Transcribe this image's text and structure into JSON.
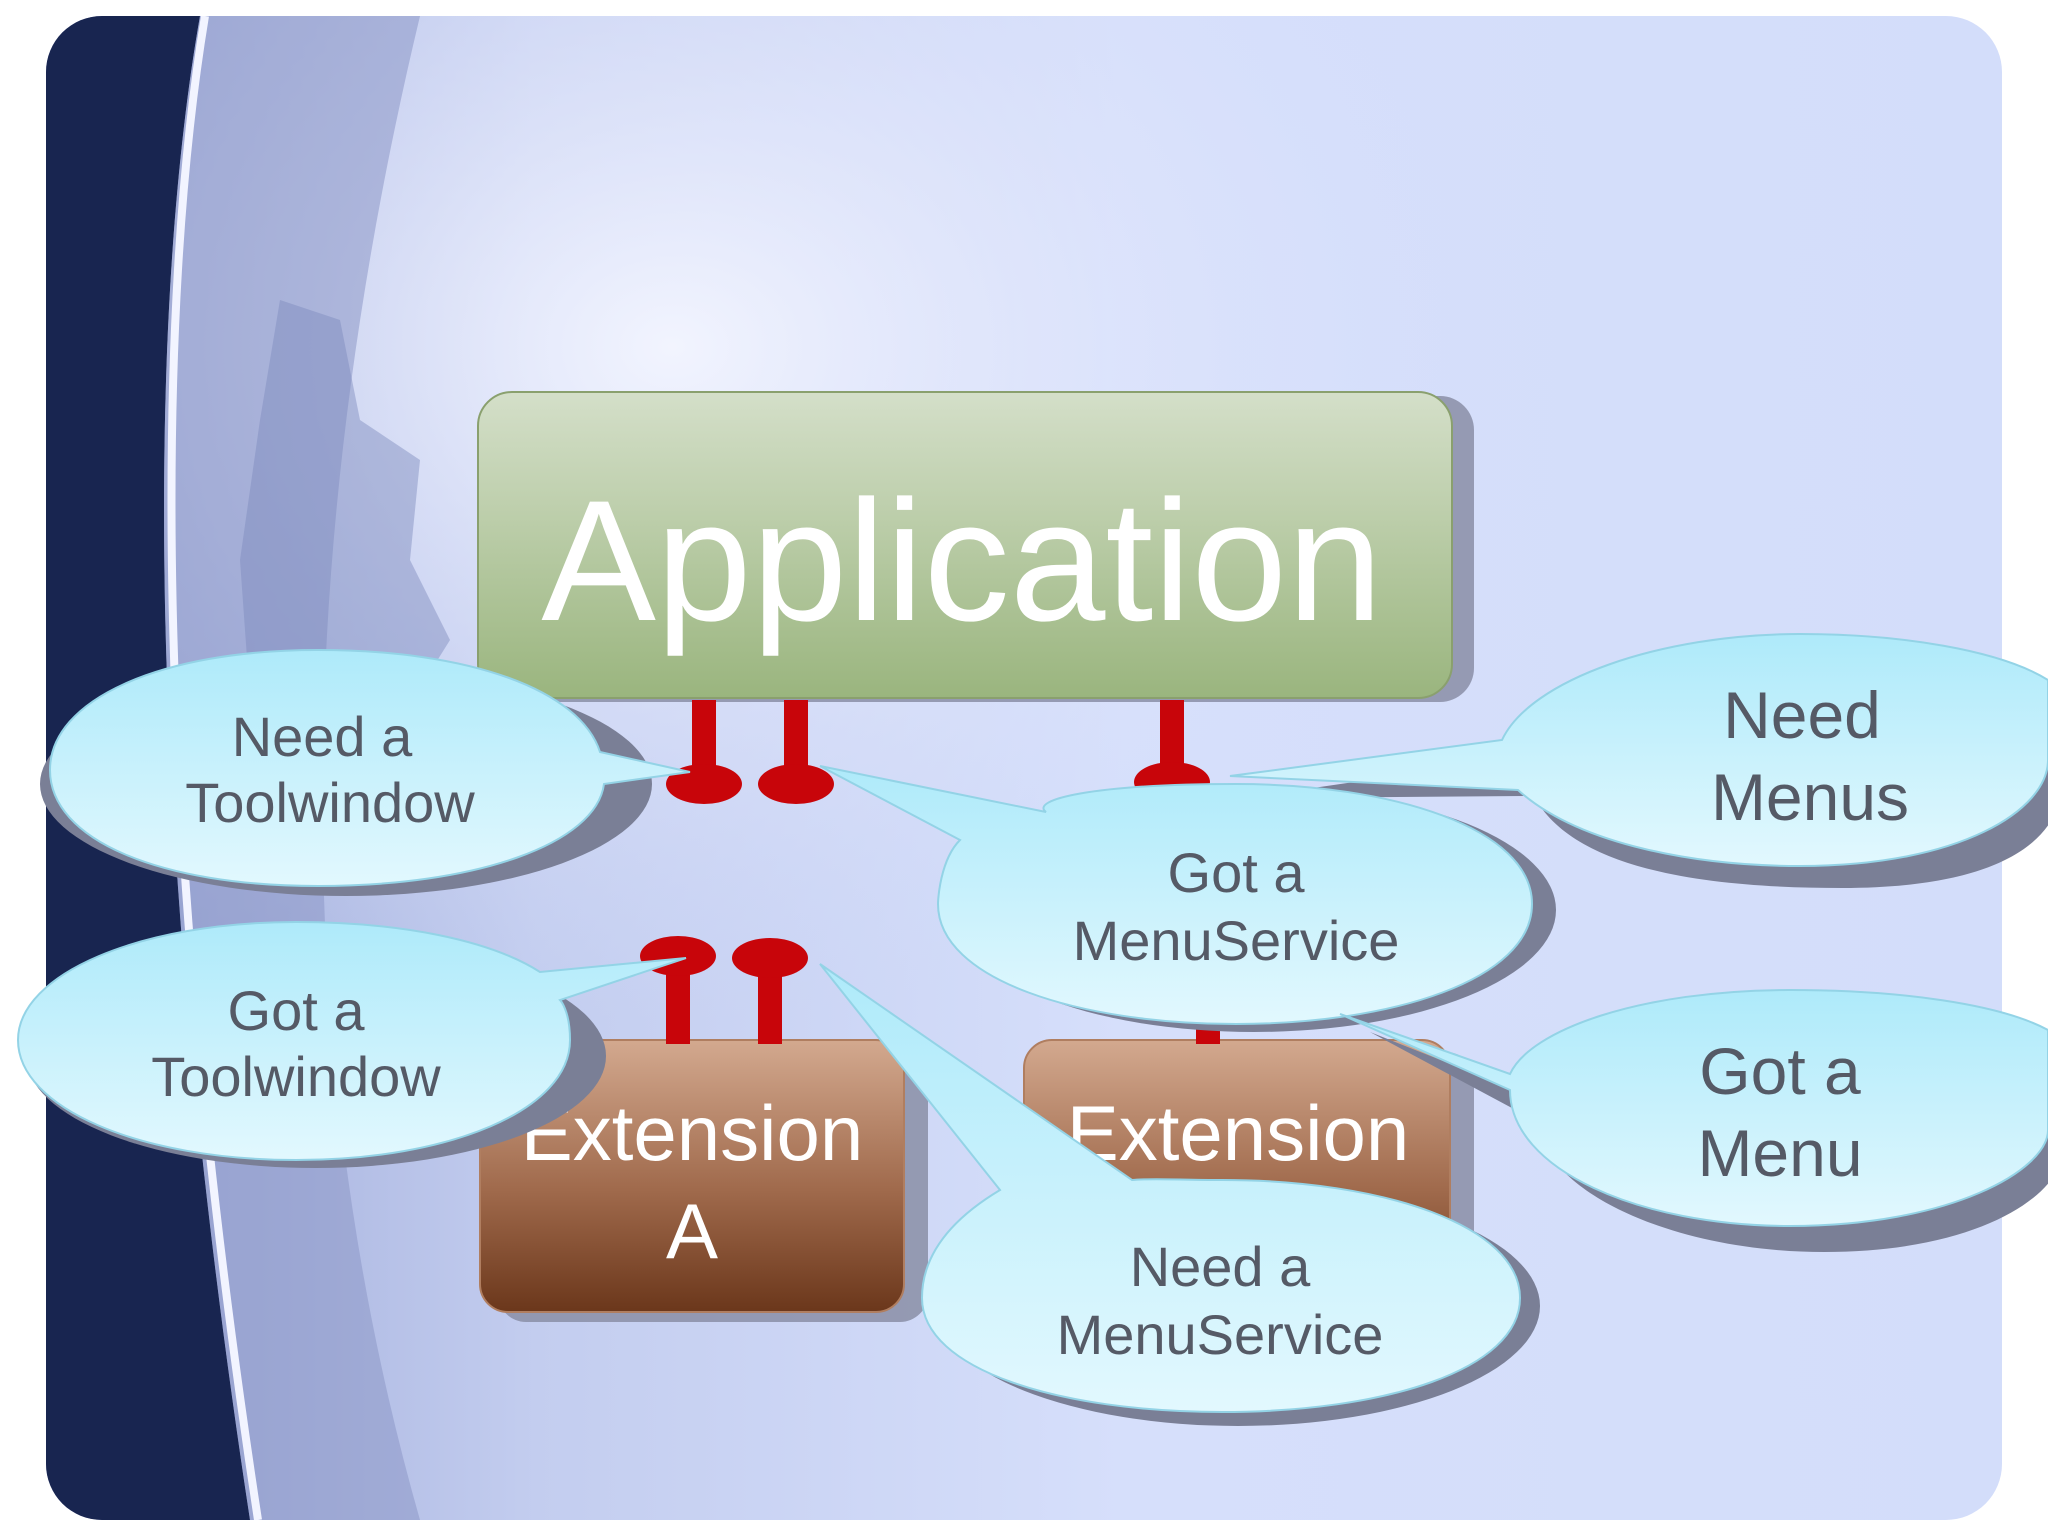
{
  "nodes": {
    "application": "Application",
    "extension_a": [
      "Extension",
      "A"
    ],
    "extension_b": [
      "Extension"
    ]
  },
  "callouts": {
    "need_toolwindow": [
      "Need a",
      "Toolwindow"
    ],
    "got_menuservice": [
      "Got a",
      "MenuService"
    ],
    "need_menus": [
      "Need",
      "Menus"
    ],
    "got_toolwindow": [
      "Got a",
      "Toolwindow"
    ],
    "got_menu": [
      "Got a",
      "Menu"
    ],
    "need_menuservice": [
      "Need a",
      "MenuService"
    ]
  },
  "colors": {
    "background": "#d3ddfa",
    "app_box_top": "#d3dec7",
    "app_box_bottom": "#9bb67f",
    "ext_box_top": "#d2a78d",
    "ext_box_bottom": "#6e3a1d",
    "connector_red": "#cc0000",
    "callout_top": "#b3edfb",
    "callout_bottom": "#def7fd",
    "callout_text": "#555a66",
    "box_text": "#ffffff"
  }
}
